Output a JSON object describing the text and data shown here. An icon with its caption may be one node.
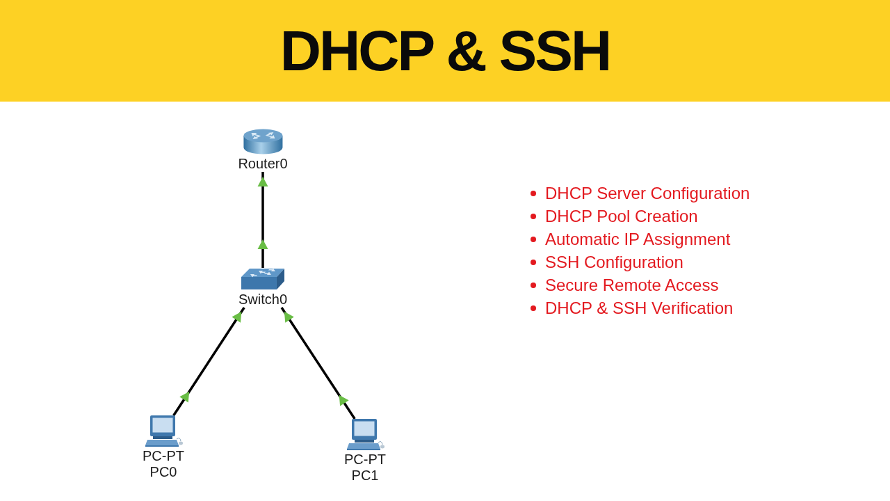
{
  "diagram": {
    "title": "DHCP & SSH",
    "nodes": [
      {
        "text": [
          "Router0"
        ]
      },
      {
        "text": [
          "Switch0"
        ]
      },
      {
        "text": [
          "PC-PT",
          "PC0"
        ]
      },
      {
        "text": [
          "PC-PT",
          "PC1"
        ]
      }
    ],
    "edges": [
      {
        "from": 1,
        "to": 0,
        "arrow": "to"
      },
      {
        "from": 2,
        "to": 1,
        "arrow": "to"
      },
      {
        "from": 3,
        "to": 1,
        "arrow": "to"
      }
    ],
    "labels": [
      "DHCP Server Configuration",
      "DHCP Pool Creation",
      "Automatic IP Assignment",
      "SSH Configuration",
      "Secure Remote Access",
      "DHCP & SSH Verification"
    ]
  }
}
